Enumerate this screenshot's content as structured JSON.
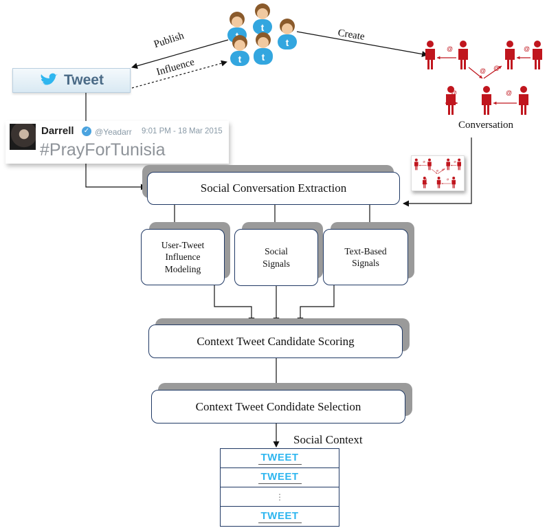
{
  "edges": {
    "publish": "Publish",
    "influence": "Influence",
    "create": "Create"
  },
  "tweet_button": {
    "label": "Tweet"
  },
  "tweet_card": {
    "user": "Darrell",
    "handle": "@Yeadarr",
    "time": "9:01 PM - 18 Mar 2015",
    "hashtag": "#PrayForTunisia"
  },
  "conversation": {
    "label": "Conversation",
    "mention_symbol": "@"
  },
  "boxes": {
    "extraction": "Social Conversation Extraction",
    "user_tweet": [
      "User-Tweet",
      "Influence",
      "Modeling"
    ],
    "social": [
      "Social",
      "Signals"
    ],
    "text_based": [
      "Text-Based",
      "Signals"
    ],
    "scoring": "Context Tweet Candidate Scoring",
    "selection": "Context Tweet Condidate Selection"
  },
  "social_context": {
    "label": "Social Context",
    "rows": [
      "TWEET",
      "TWEET",
      "⋮",
      "TWEET"
    ]
  },
  "colors": {
    "box_border": "#1f3864",
    "shadow": "#9a9a9a",
    "person_red": "#c0161e",
    "twitter_blue": "#2fb6ef"
  }
}
